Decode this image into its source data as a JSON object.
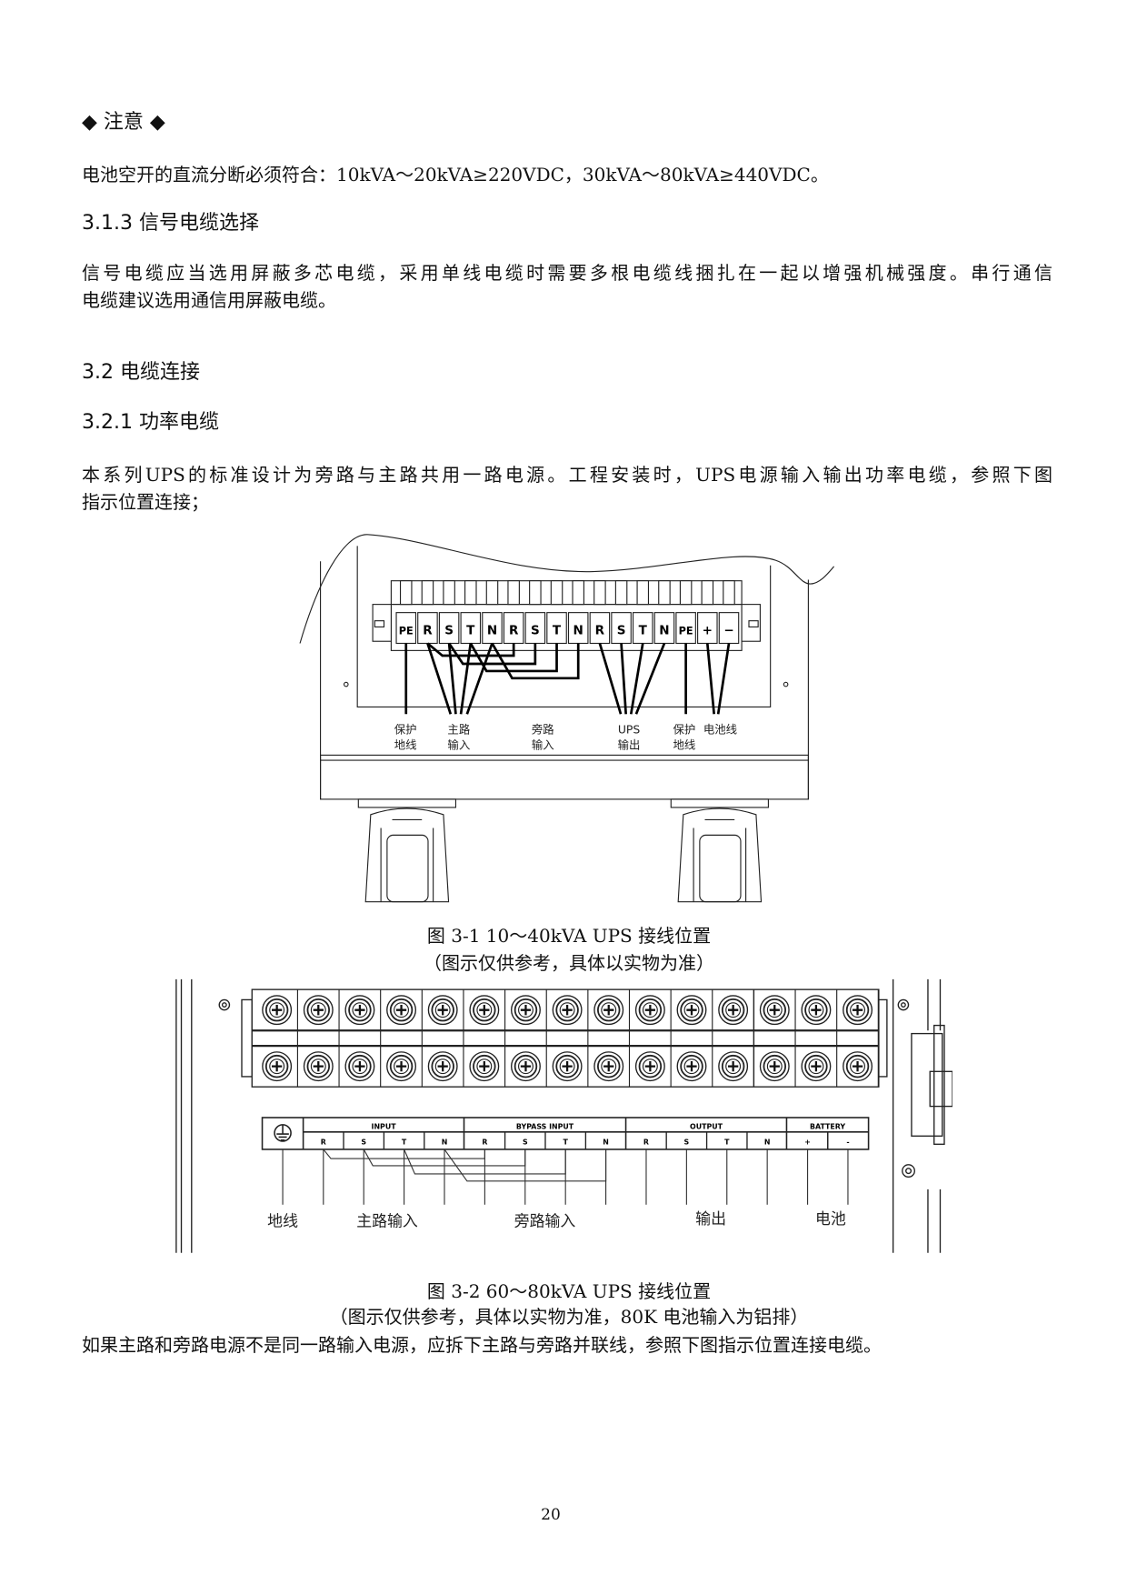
{
  "notice": {
    "title": "◆ 注意 ◆",
    "text": "电池空开的直流分断必须符合：10kVA～20kVA≥220VDC，30kVA～80kVA≥440VDC。"
  },
  "section_313": {
    "heading": "3.1.3 信号电缆选择",
    "lines": [
      "信号电缆应当选用屏蔽多芯电缆，采用单线电缆时需要多根电缆线捆扎在一起以增强机械强度。串行通信",
      "电缆建议选用通信用屏蔽电缆。"
    ]
  },
  "section_32": {
    "heading": "3.2 电缆连接"
  },
  "section_321": {
    "heading": "3.2.1 功率电缆",
    "lines": [
      "本系列UPS的标准设计为旁路与主路共用一路电源。工程安装时，UPS电源输入输出功率电缆，参照下图",
      "指示位置连接；"
    ]
  },
  "figure1": {
    "terminals": [
      "PE",
      "R",
      "S",
      "T",
      "N",
      "R",
      "S",
      "T",
      "N",
      "R",
      "S",
      "T",
      "N",
      "PE",
      "+",
      "−"
    ],
    "labels": {
      "pe1_a": "保护",
      "pe1_b": "地线",
      "main_a": "主路",
      "main_b": "输入",
      "bypass_a": "旁路",
      "bypass_b": "输入",
      "ups_a": "UPS",
      "ups_b": "输出",
      "pe2_a": "保护",
      "pe2_b": "地线",
      "battery": "电池线"
    },
    "caption": "图 3-1 10～40kVA UPS 接线位置",
    "note": "（图示仅供参考，具体以实物为准）"
  },
  "figure2": {
    "groups": [
      "INPUT",
      "BYPASS INPUT",
      "OUTPUT",
      "BATTERY"
    ],
    "terminals": [
      "R",
      "S",
      "T",
      "N",
      "R",
      "S",
      "T",
      "N",
      "R",
      "S",
      "T",
      "N",
      "+",
      "-"
    ],
    "labels": {
      "ground": "地线",
      "main": "主路输入",
      "bypass": "旁路输入",
      "output": "输出",
      "battery": "电池"
    },
    "caption": "图 3-2 60～80kVA UPS 接线位置",
    "note": "（图示仅供参考，具体以实物为准，80K 电池输入为铝排）"
  },
  "closing_text": "如果主路和旁路电源不是同一路输入电源，应拆下主路与旁路并联线，参照下图指示位置连接电缆。",
  "page_number": "20"
}
